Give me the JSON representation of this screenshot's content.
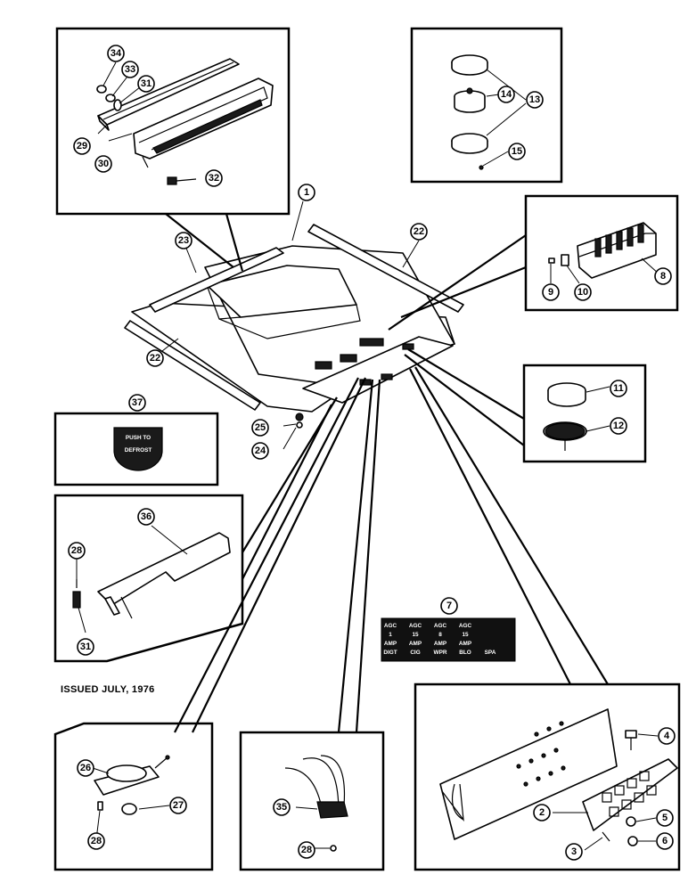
{
  "footer": {
    "issued": "ISSUED JULY, 1976"
  },
  "decal_defrost": {
    "line1": "PUSH TO",
    "line2": "DEFROST"
  },
  "fuse_decal": {
    "rows": [
      [
        "AGC",
        "AGC",
        "AGC",
        "AGC",
        ""
      ],
      [
        "1",
        "15",
        "8",
        "15",
        ""
      ],
      [
        "AMP",
        "AMP",
        "AMP",
        "AMP",
        ""
      ],
      [
        "DIGT",
        "CIG",
        "WPR",
        "BLO",
        "SPA"
      ]
    ]
  },
  "callouts": [
    "1",
    "2",
    "3",
    "4",
    "5",
    "6",
    "7",
    "8",
    "9",
    "10",
    "11",
    "12",
    "13",
    "14",
    "15",
    "22",
    "22",
    "23",
    "24",
    "25",
    "26",
    "27",
    "28",
    "28",
    "28",
    "29",
    "30",
    "31",
    "31",
    "32",
    "33",
    "34",
    "35",
    "36",
    "37"
  ]
}
